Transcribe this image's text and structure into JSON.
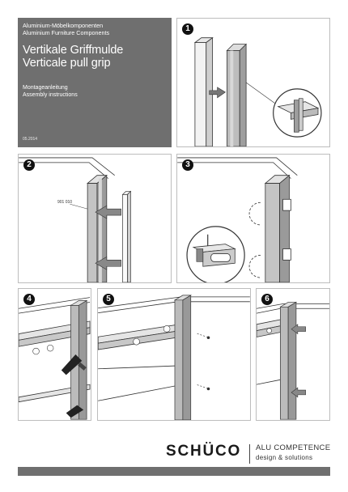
{
  "title_block": {
    "line_de": "Aluminium-Möbelkomponenten",
    "line_en": "Aluminium Furniture Components",
    "title_de": "Vertikale Griffmulde",
    "title_en": "Verticale pull grip",
    "instr_de": "Montageanleitung",
    "instr_en": "Assembly instructions",
    "date": "05.2014"
  },
  "steps": [
    {
      "number": "1"
    },
    {
      "number": "2",
      "part_label": "901 010"
    },
    {
      "number": "3"
    },
    {
      "number": "4"
    },
    {
      "number": "5"
    },
    {
      "number": "6"
    }
  ],
  "footer": {
    "logo": "SCHÜCO",
    "tagline_1": "ALU COMPETENCE",
    "tagline_2": "design & solutions",
    "bar_color": "#6f6f6f"
  }
}
